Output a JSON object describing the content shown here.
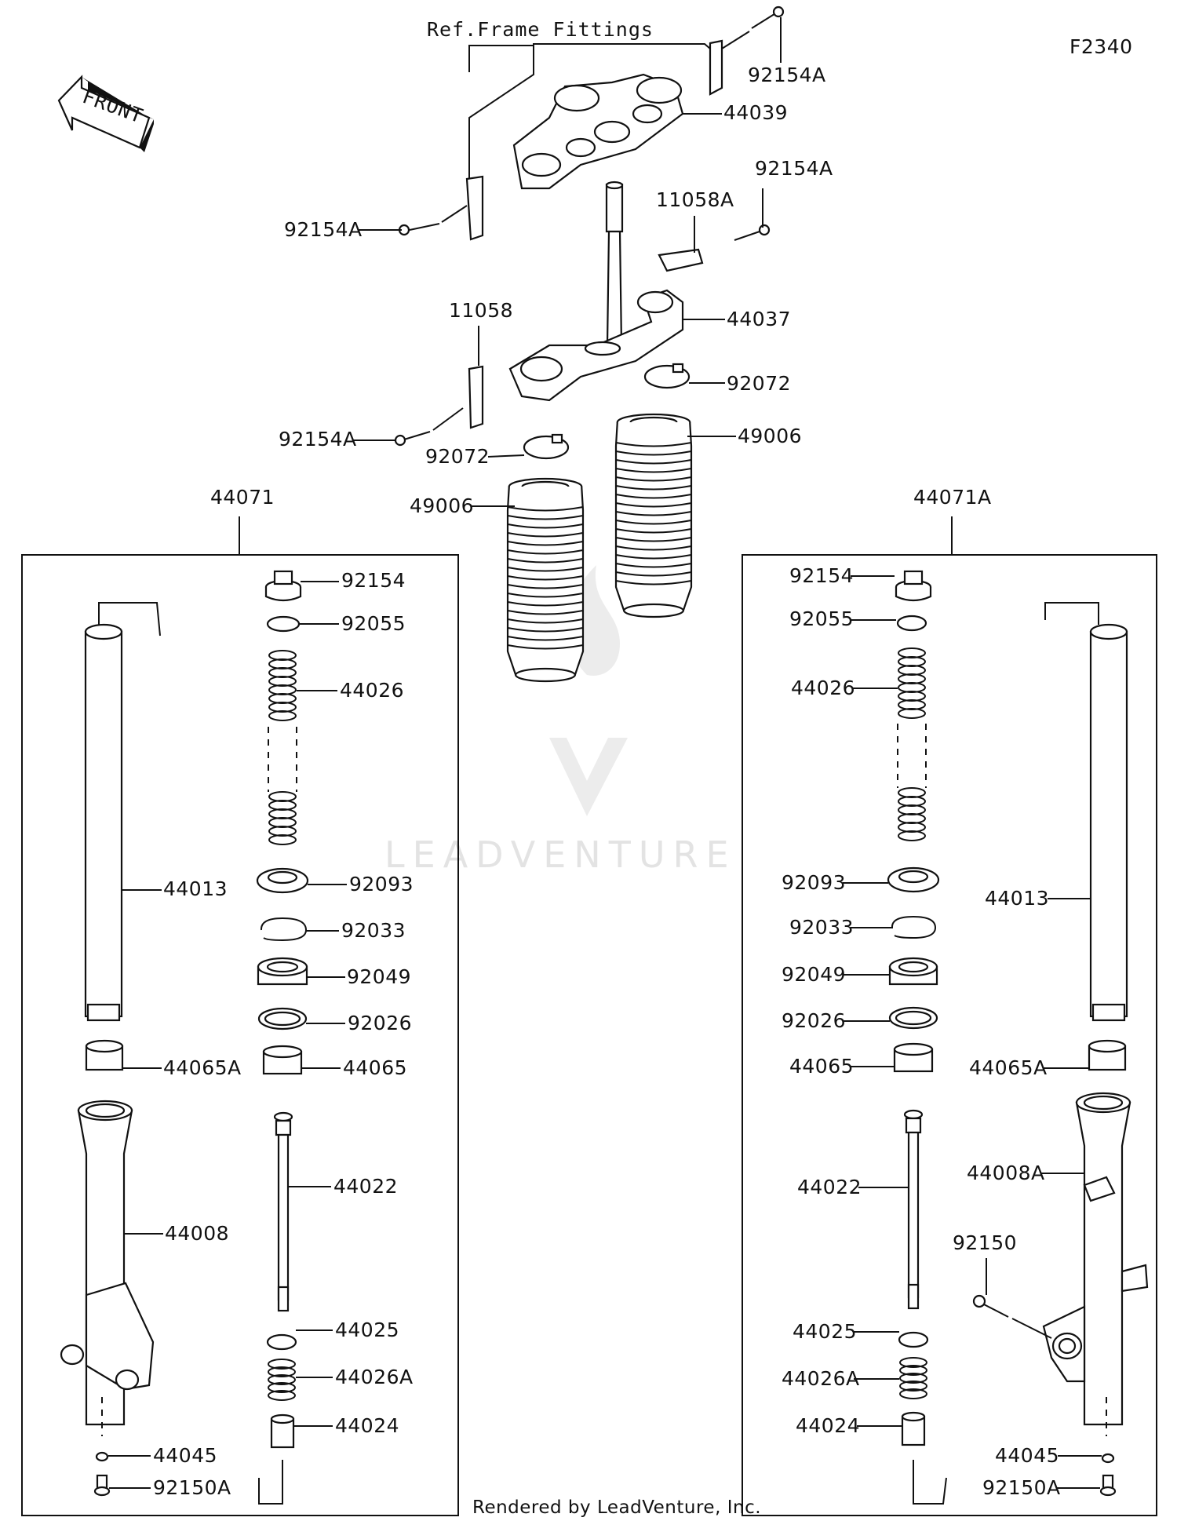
{
  "diagram_code": "F2340",
  "ref_label": "Ref.Frame Fittings",
  "front_label": "FRONT",
  "footer": "Rendered by LeadVenture, Inc.",
  "watermark": "LEADVENTURE",
  "parts": {
    "top": {
      "p92154A_a": "92154A",
      "p44039": "44039",
      "p92154A_b": "92154A",
      "p11058A": "11058A",
      "p92154A_c": "92154A",
      "p11058": "11058",
      "p44037": "44037",
      "p92072_r": "92072",
      "p92154A_d": "92154A",
      "p92072_l": "92072",
      "p49006_r": "49006",
      "p49006_l": "49006"
    },
    "left": {
      "assembly": "44071",
      "p92154": "92154",
      "p92055": "92055",
      "p44026": "44026",
      "p44013": "44013",
      "p92093": "92093",
      "p92033": "92033",
      "p92049": "92049",
      "p92026": "92026",
      "p44065A": "44065A",
      "p44065": "44065",
      "p44022": "44022",
      "p44008": "44008",
      "p44025": "44025",
      "p44026A": "44026A",
      "p44024": "44024",
      "p44045": "44045",
      "p92150A": "92150A"
    },
    "right": {
      "assembly": "44071A",
      "p92154": "92154",
      "p92055": "92055",
      "p44026": "44026",
      "p44013": "44013",
      "p92093": "92093",
      "p92033": "92033",
      "p92049": "92049",
      "p92026": "92026",
      "p44065": "44065",
      "p44065A": "44065A",
      "p44022": "44022",
      "p44008A": "44008A",
      "p92150": "92150",
      "p44025": "44025",
      "p44026A": "44026A",
      "p44024": "44024",
      "p44045": "44045",
      "p92150A": "92150A"
    }
  }
}
